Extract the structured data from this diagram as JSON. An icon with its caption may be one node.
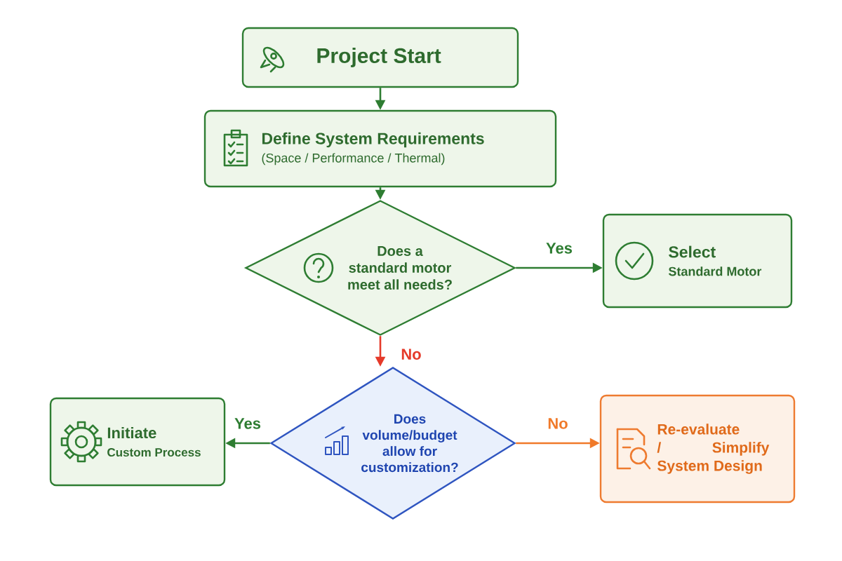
{
  "diagram": {
    "nodes": [
      {
        "text": [
          "Project Start"
        ]
      },
      {
        "text": [
          "Define System Requirements",
          "(Space / Performance / Thermal)"
        ]
      },
      {
        "text": [
          "Does a standard motor meet all needs?"
        ]
      },
      {
        "text": [
          "Select",
          "Standard Motor"
        ]
      },
      {
        "text": [
          "Does volume/budget allow for customization?"
        ]
      },
      {
        "text": [
          "Initiate",
          "Custom Process"
        ]
      },
      {
        "text": [
          "Re-evaluate / Simplify System Design"
        ]
      }
    ],
    "edges": [
      {
        "from": 0,
        "to": 1,
        "arrow": "to"
      },
      {
        "from": 1,
        "to": 2,
        "arrow": "to"
      },
      {
        "from": 2,
        "to": 3,
        "arrow": "to",
        "label": "Yes"
      },
      {
        "from": 2,
        "to": 4,
        "arrow": "to",
        "label": "No",
        "color": "#e53a2a"
      },
      {
        "from": 4,
        "to": 5,
        "arrow": "to",
        "label": "Yes"
      },
      {
        "from": 4,
        "to": 6,
        "arrow": "to",
        "label": "No",
        "color": "#f07a2a"
      }
    ]
  }
}
